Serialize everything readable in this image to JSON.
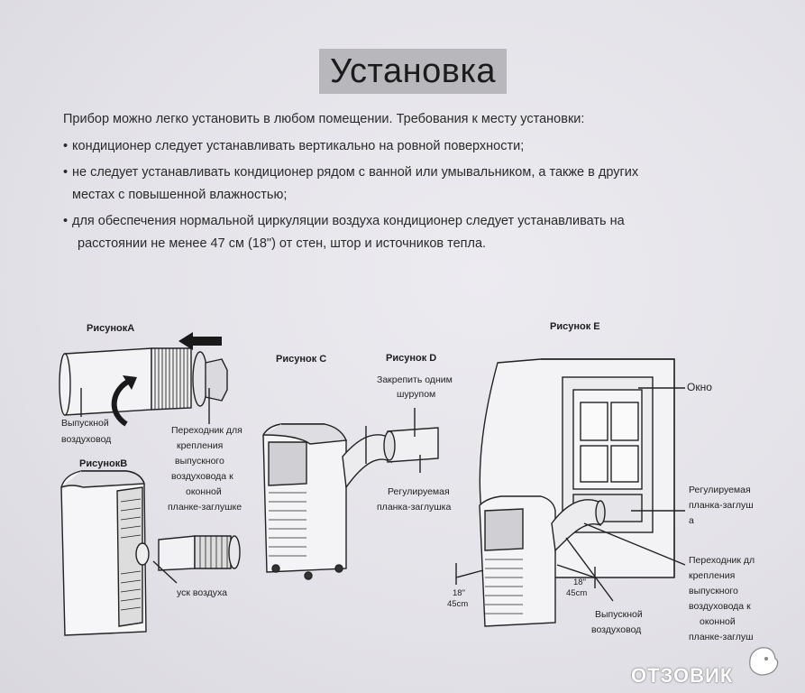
{
  "title": "Установка",
  "intro": "Прибор можно легко установить в любом помещении. Требования к месту установки:",
  "bullets": [
    {
      "lines": [
        "кондиционер следует устанавливать вертикально на ровной поверхности;"
      ]
    },
    {
      "lines": [
        "не следует устанавливать кондиционер рядом с ванной или умывальником, а также в других",
        "местах с повышенной влажностью;"
      ]
    },
    {
      "lines": [
        "для обеспечения нормальной циркуляции воздуха кондиционер следует устанавливать на",
        "расстоянии не менее 47 см (18\") от стен, штор и источников тепла."
      ]
    }
  ],
  "figures": {
    "a": {
      "caption": "РисунокА",
      "hose_label": [
        "Выпускной",
        "воздуховод"
      ],
      "adapter_label": [
        "Переходник для",
        "крепления",
        "выпускного",
        "воздуховода к",
        "оконной",
        "планке-заглушке"
      ]
    },
    "b": {
      "caption": "РисунокВ",
      "label": "уск воздуха"
    },
    "c": {
      "caption": "Рисунок С"
    },
    "d": {
      "caption": "Рисунок D",
      "screw_label": [
        "Закрепить одним",
        "шурупом"
      ],
      "panel_label": [
        "Регулируемая",
        "планка-заглушка"
      ]
    },
    "e": {
      "caption": "Рисунок Е",
      "window_label": "Окно",
      "panel_label": [
        "Регулируемая",
        "планка-заглуш",
        "а"
      ],
      "adapter_label": [
        "Переходник дл",
        "крепления",
        "выпускного",
        "воздуховода к",
        "оконной",
        "планке-заглуш"
      ],
      "hose_label": [
        "Выпускной",
        "воздуховод"
      ],
      "dim_left": [
        "18\"",
        "45cm"
      ],
      "dim_right": [
        "18\"",
        "45cm"
      ]
    }
  },
  "watermark": "ОТЗОВИК"
}
